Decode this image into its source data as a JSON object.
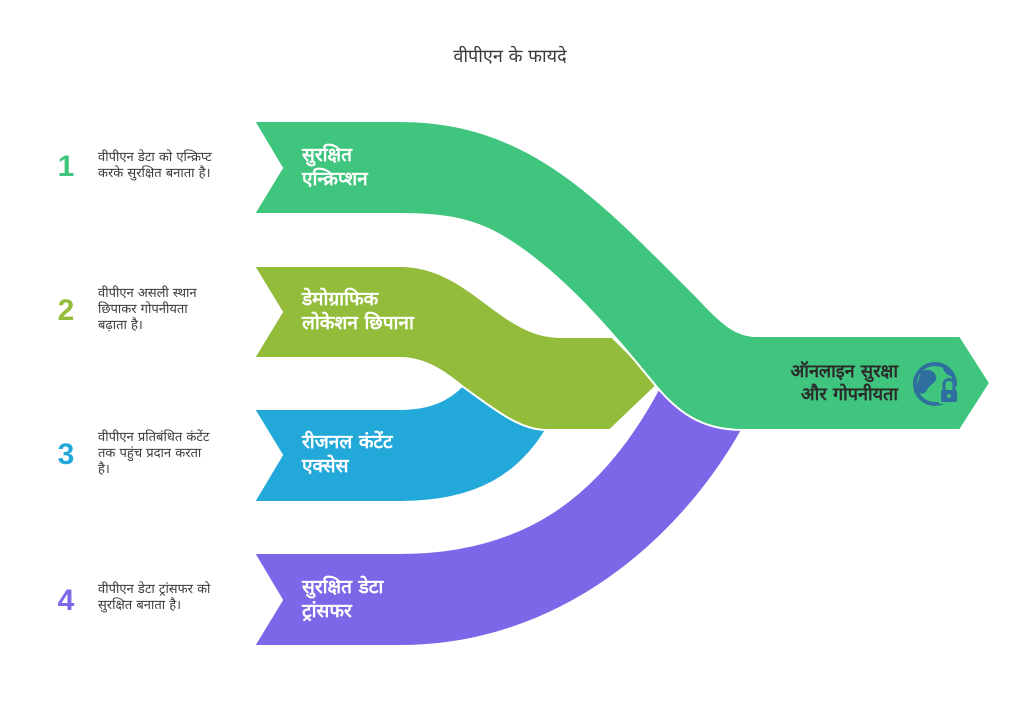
{
  "title": "वीपीएन के फायदे",
  "colors": {
    "green": "#40c57e",
    "olive": "#92bc3a",
    "blue": "#22a9da",
    "purple": "#7e66e8",
    "icon": "#2f6fa0"
  },
  "items": [
    {
      "number": "1",
      "label_line1": "सुरक्षित",
      "label_line2": "एन्क्रिप्शन",
      "desc_line1": "वीपीएन डेटा को एन्क्रिप्ट",
      "desc_line2": "करके सुरक्षित बनाता है।",
      "desc_line3": ""
    },
    {
      "number": "2",
      "label_line1": "डेमोग्राफिक",
      "label_line2": "लोकेशन छिपाना",
      "desc_line1": "वीपीएन असली स्थान",
      "desc_line2": "छिपाकर गोपनीयता",
      "desc_line3": "बढ़ाता है।"
    },
    {
      "number": "3",
      "label_line1": "रीजनल कंटेंट",
      "label_line2": "एक्सेस",
      "desc_line1": "वीपीएन प्रतिबंधित कंटेंट",
      "desc_line2": "तक पहुंच प्रदान करता",
      "desc_line3": "है।"
    },
    {
      "number": "4",
      "label_line1": "सुरक्षित डेटा",
      "label_line2": "ट्रांसफर",
      "desc_line1": "वीपीएन डेटा ट्रांसफर को",
      "desc_line2": "सुरक्षित बनाता है।",
      "desc_line3": ""
    }
  ],
  "output": {
    "label_line1": "ऑनलाइन सुरक्षा",
    "label_line2": "और गोपनीयता",
    "icon": "globe-lock-icon"
  }
}
